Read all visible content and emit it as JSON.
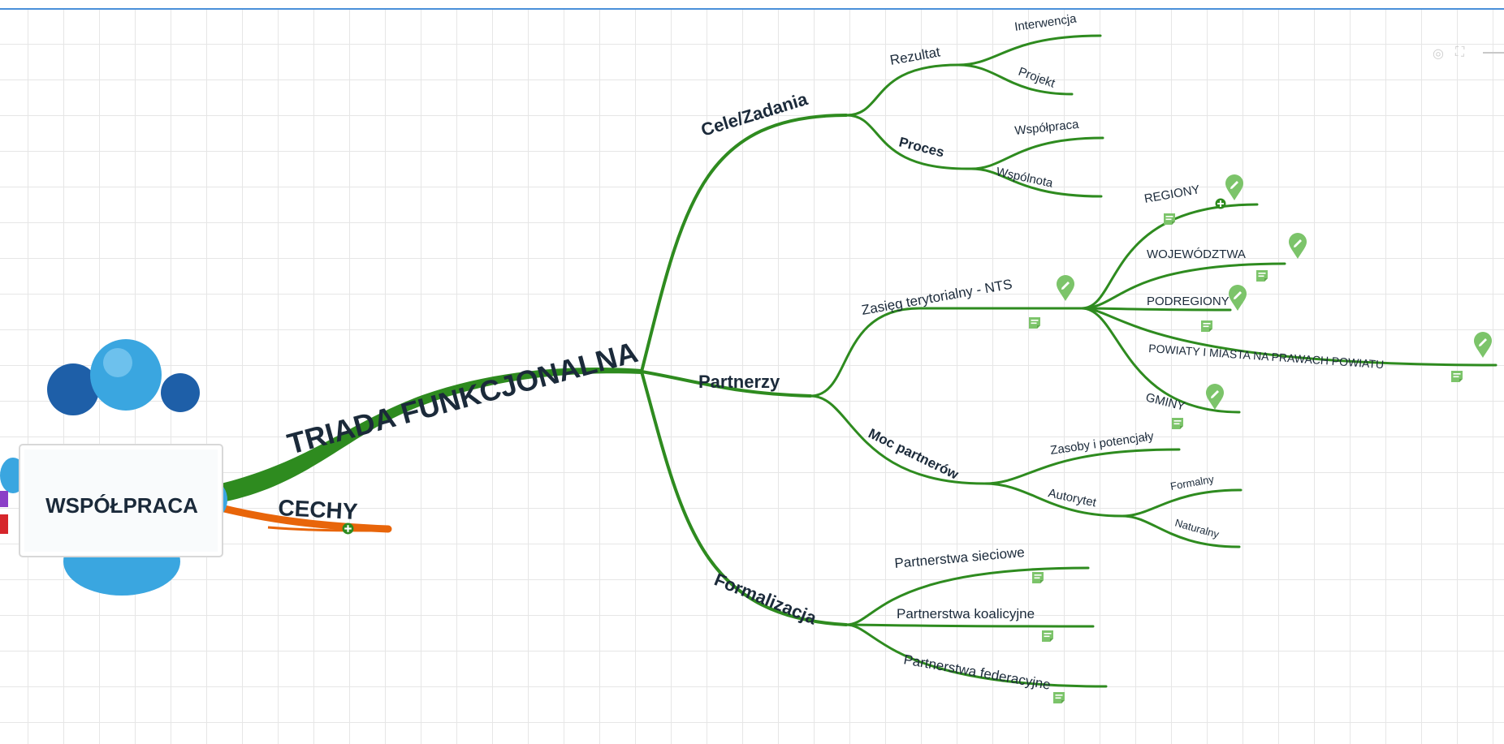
{
  "central_topic": "WSPÓŁPRACA",
  "branches": {
    "triada": "TRIADA FUNKCJONALNA",
    "cechy": "CECHY"
  },
  "cele": {
    "label": "Cele/Zadania",
    "rezultat": "Rezultat",
    "interwencja": "Interwencja",
    "projekt": "Projekt",
    "proces": "Proces",
    "wspolpraca": "Współpraca",
    "wspolnota": "Wspólnota"
  },
  "partnerzy": {
    "label": "Partnerzy",
    "zasieg": "Zasięg terytorialny - NTS",
    "regiony": "REGIONY",
    "wojewodztwa": "WOJEWÓDZTWA",
    "podregiony": "PODREGIONY",
    "powiaty": "POWIATY I MIASTA NA PRAWACH POWIATU",
    "gminy": "GMINY",
    "moc": "Moc partnerów",
    "zasoby": "Zasoby i potencjały",
    "autorytet": "Autorytet",
    "formalny": "Formalny",
    "naturalny": "Naturalny"
  },
  "formalizacja": {
    "label": "Formalizacja",
    "sieciowe": "Partnerstwa sieciowe",
    "koalicyjne": "Partnerstwa koalicyjne",
    "federacyjne": "Partnerstwa federacyjne"
  },
  "colors": {
    "branch_green": "#2e8b1f",
    "branch_orange": "#e8650a",
    "text_dark": "#1b2a3a",
    "note_green": "#7cc46a",
    "grid": "#e6e6e6"
  },
  "icons": [
    "note-icon",
    "pin-pencil-icon",
    "expand-plus-icon",
    "people-icon"
  ]
}
